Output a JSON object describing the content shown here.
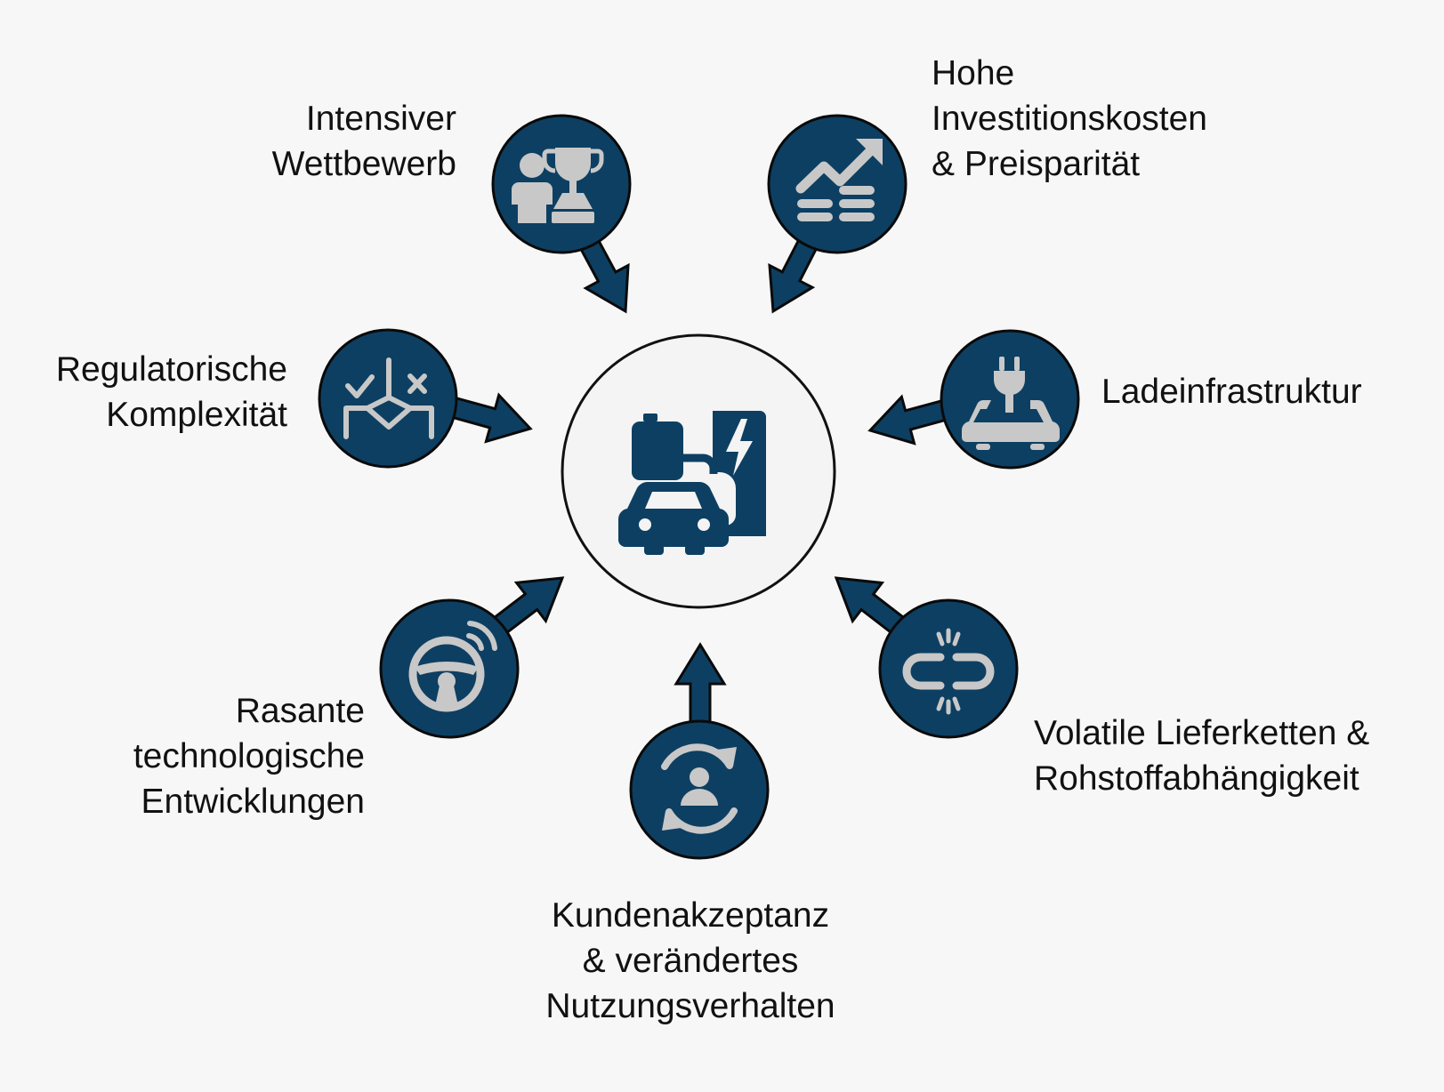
{
  "colors": {
    "background": "#f7f7f7",
    "node_fill": "#0d3f62",
    "node_stroke": "#0a0a0a",
    "icon": "#c8c8c8",
    "center_fill": "#f4f4f4",
    "center_icon": "#0d3f62"
  },
  "center": {
    "icon": "ev-charging-station-icon"
  },
  "factors": [
    {
      "id": "competition",
      "icon": "trophy-person-icon",
      "lines": [
        "Intensiver",
        "Wettbewerb"
      ]
    },
    {
      "id": "costs",
      "icon": "rising-chart-coins-icon",
      "lines": [
        "Hohe",
        "Investitionskosten",
        "& Preisparität"
      ]
    },
    {
      "id": "regulation",
      "icon": "decision-checkmark-cross-icon",
      "lines": [
        "Regulatorische",
        "Komplexität"
      ]
    },
    {
      "id": "charging",
      "icon": "plug-car-icon",
      "lines": [
        "Ladeinfrastruktur"
      ]
    },
    {
      "id": "technology",
      "icon": "steering-wheel-signal-icon",
      "lines": [
        "Rasante",
        "technologische",
        "Entwicklungen"
      ]
    },
    {
      "id": "customers",
      "icon": "person-refresh-icon",
      "lines": [
        "Kundenakzeptanz",
        "& verändertes",
        "Nutzungsverhalten"
      ]
    },
    {
      "id": "supply",
      "icon": "broken-chain-link-icon",
      "lines": [
        "Volatile Lieferketten &",
        "Rohstoffabhängigkeit"
      ]
    }
  ]
}
